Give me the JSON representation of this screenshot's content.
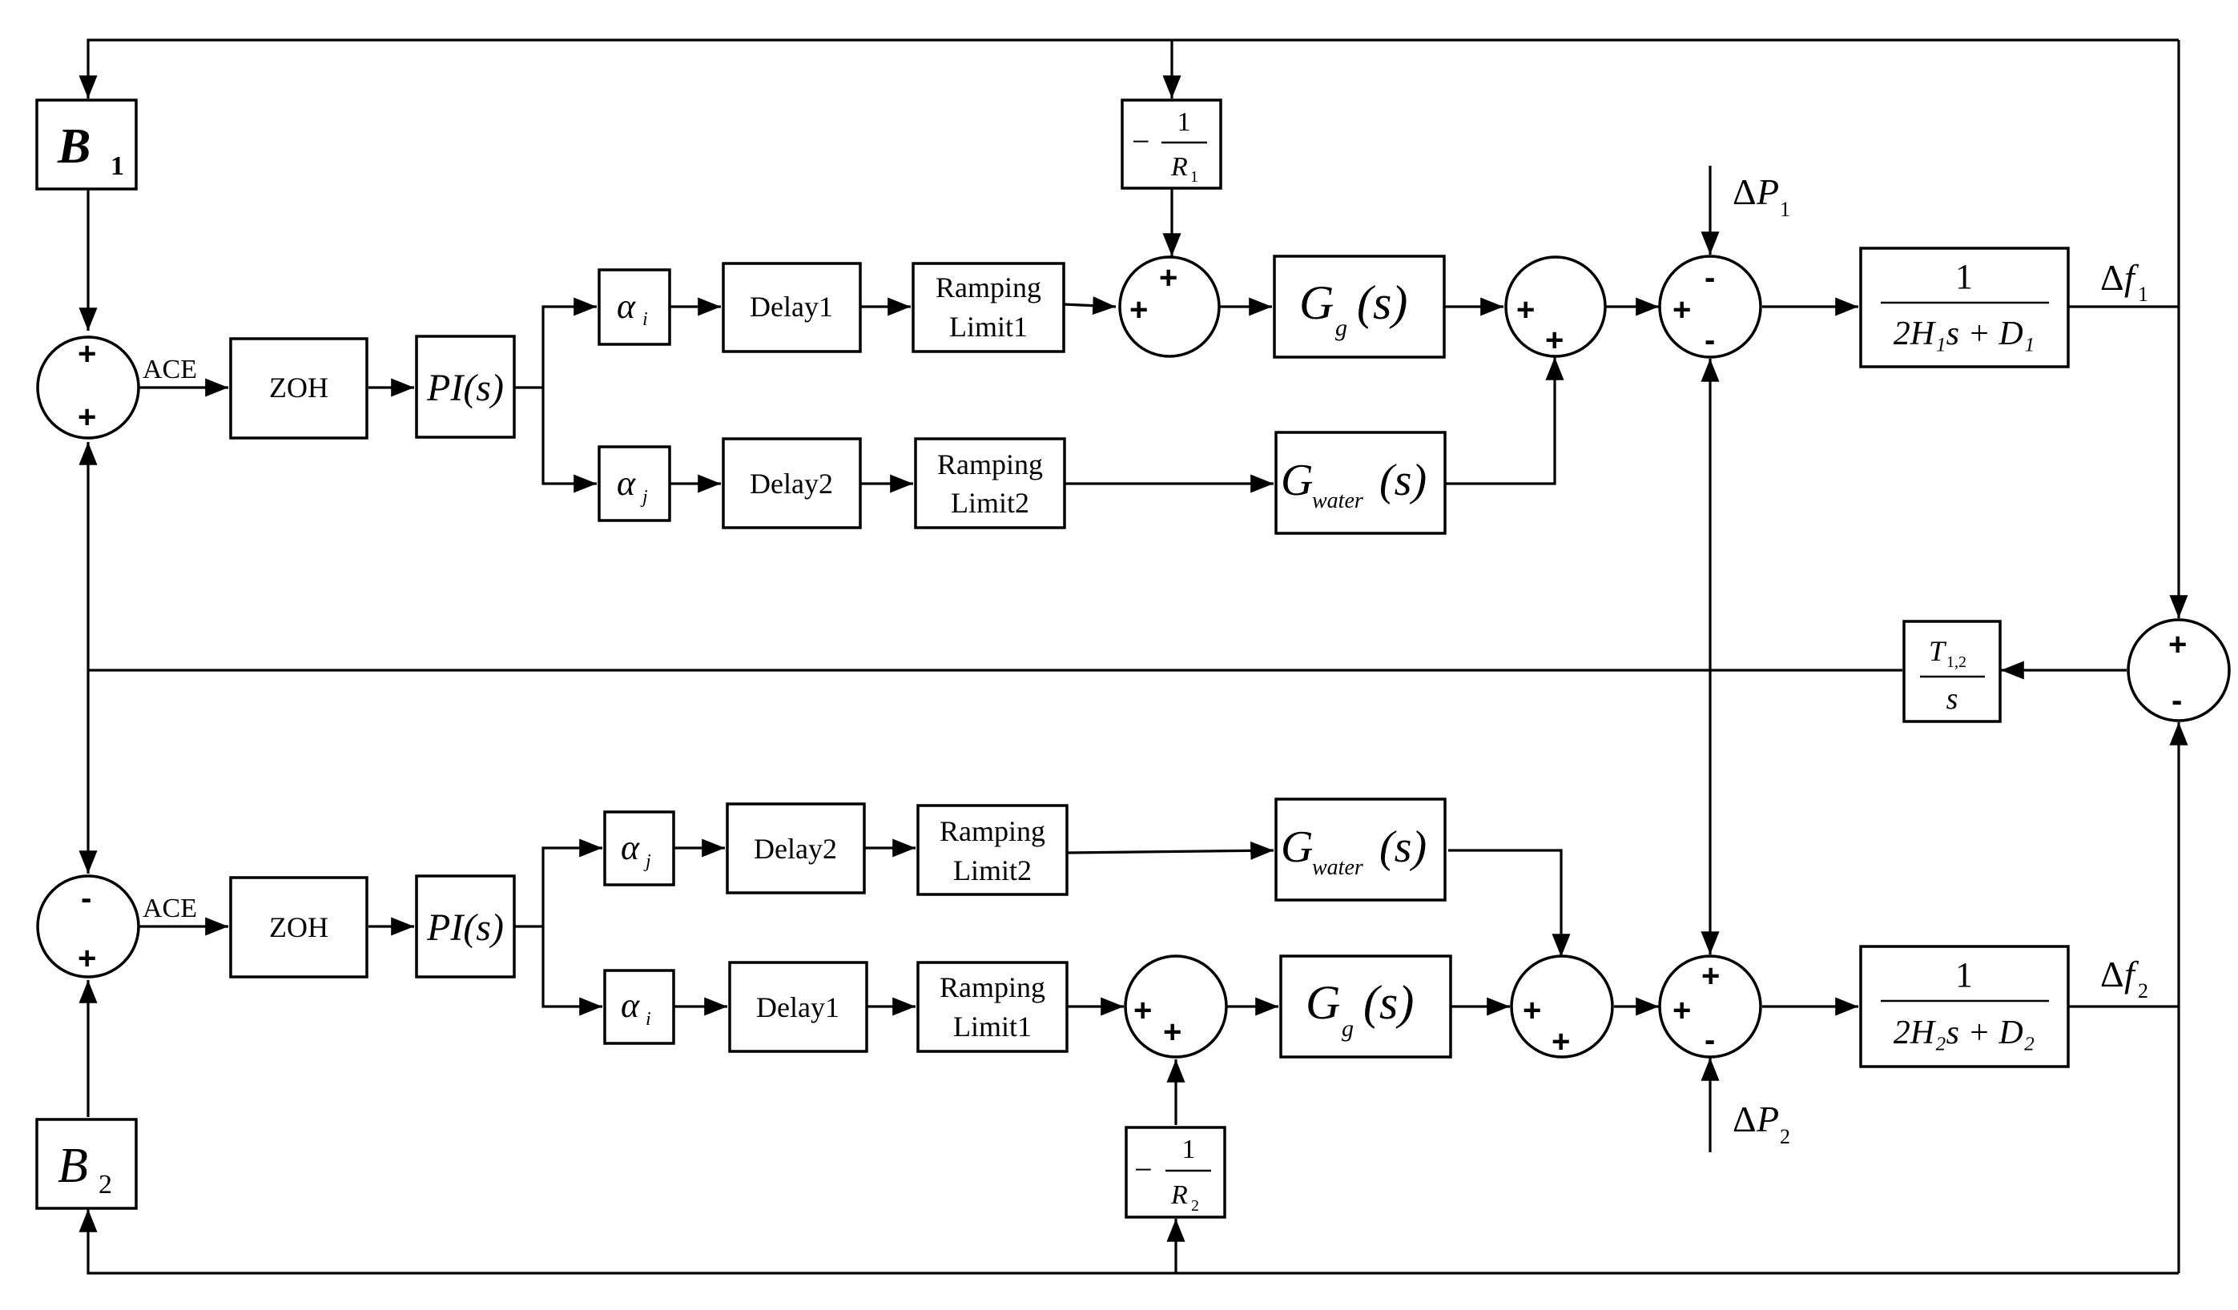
{
  "area1": {
    "bias_name": "B",
    "bias_sub": "1",
    "signal_ace": "ACE",
    "zoh": "ZOH",
    "pi": "PI(s)",
    "alpha_top": {
      "name": "α",
      "sub": "i"
    },
    "alpha_bot": {
      "name": "α",
      "sub": "j"
    },
    "delay_top": "Delay1",
    "delay_bot": "Delay2",
    "ramp_top": {
      "line1": "Ramping",
      "line2": "Limit1"
    },
    "ramp_bot": {
      "line1": "Ramping",
      "line2": "Limit2"
    },
    "droop": {
      "sign": "−",
      "num": "1",
      "den": "R",
      "den_sub": "1"
    },
    "gov": {
      "name": "G",
      "sub": "g",
      "arg": "(s)"
    },
    "water": {
      "name": "G",
      "sub": "water",
      "arg": "(s)"
    },
    "disturbance": {
      "prefix": "Δ",
      "name": "P",
      "sub": "1"
    },
    "plant": {
      "num": "1",
      "den": "2H₁s + D₁"
    },
    "output": {
      "prefix": "Δ",
      "name": "f",
      "sub": "1"
    },
    "sum_bias_signs": [
      "+",
      "+"
    ],
    "sum_droop_signs": [
      "+",
      "+"
    ],
    "sum_gen_signs": [
      "+",
      "+"
    ],
    "sum_load_signs": [
      "+",
      "-",
      "-"
    ]
  },
  "area2": {
    "bias_name": "B",
    "bias_sub": "2",
    "signal_ace": "ACE",
    "zoh": "ZOH",
    "pi": "PI(s)",
    "alpha_top": {
      "name": "α",
      "sub": "j"
    },
    "alpha_bot": {
      "name": "α",
      "sub": "i"
    },
    "delay_top": "Delay2",
    "delay_bot": "Delay1",
    "ramp_top": {
      "line1": "Ramping",
      "line2": "Limit2"
    },
    "ramp_bot": {
      "line1": "Ramping",
      "line2": "Limit1"
    },
    "droop": {
      "sign": "−",
      "num": "1",
      "den": "R",
      "den_sub": "2"
    },
    "gov": {
      "name": "G",
      "sub": "g",
      "arg": "(s)"
    },
    "water": {
      "name": "G",
      "sub": "water",
      "arg": "(s)"
    },
    "disturbance": {
      "prefix": "Δ",
      "name": "P",
      "sub": "2"
    },
    "plant": {
      "num": "1",
      "den": "2H₂s + D₂"
    },
    "output": {
      "prefix": "Δ",
      "name": "f",
      "sub": "2"
    },
    "sum_bias_signs": [
      "-",
      "+"
    ],
    "sum_droop_signs": [
      "+",
      "+"
    ],
    "sum_gen_signs": [
      "+",
      "+"
    ],
    "sum_load_signs": [
      "+",
      "+",
      "-"
    ]
  },
  "tie_line": {
    "num": "T",
    "num_sub": "1,2",
    "den": "s",
    "sum_signs": [
      "+",
      "-"
    ]
  }
}
